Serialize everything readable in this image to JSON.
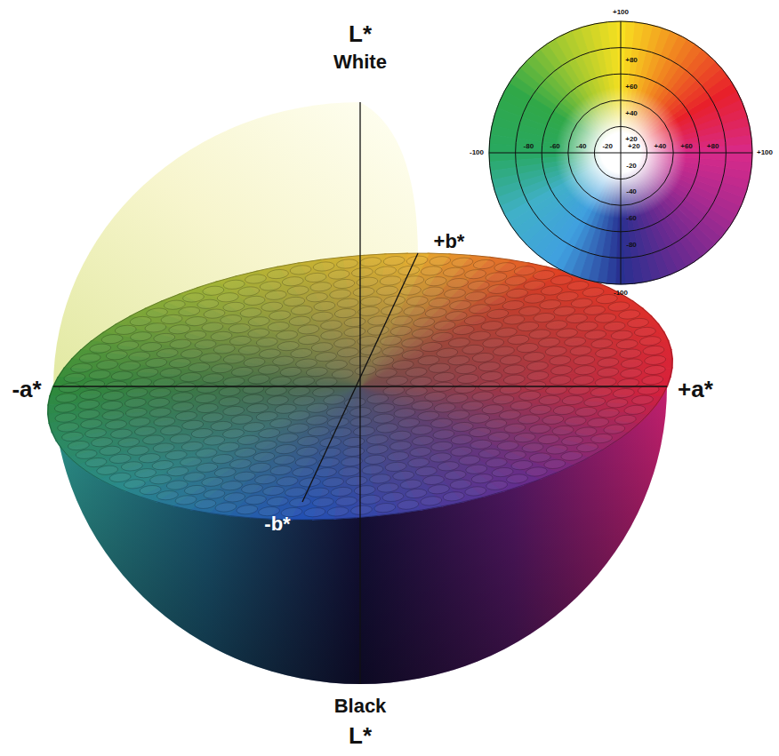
{
  "diagram": {
    "labels": [
      "L*",
      "White",
      "+b*",
      "-a*",
      "+a*",
      "-b*",
      "Black",
      "L*",
      "+100",
      "+80",
      "+60",
      "+40",
      "+20",
      "-100",
      "-80",
      "-60",
      "-40",
      "-20",
      "+20",
      "+40",
      "+60",
      "+80",
      "+100",
      "-20",
      "-40",
      "-60",
      "-80",
      "-100"
    ]
  }
}
